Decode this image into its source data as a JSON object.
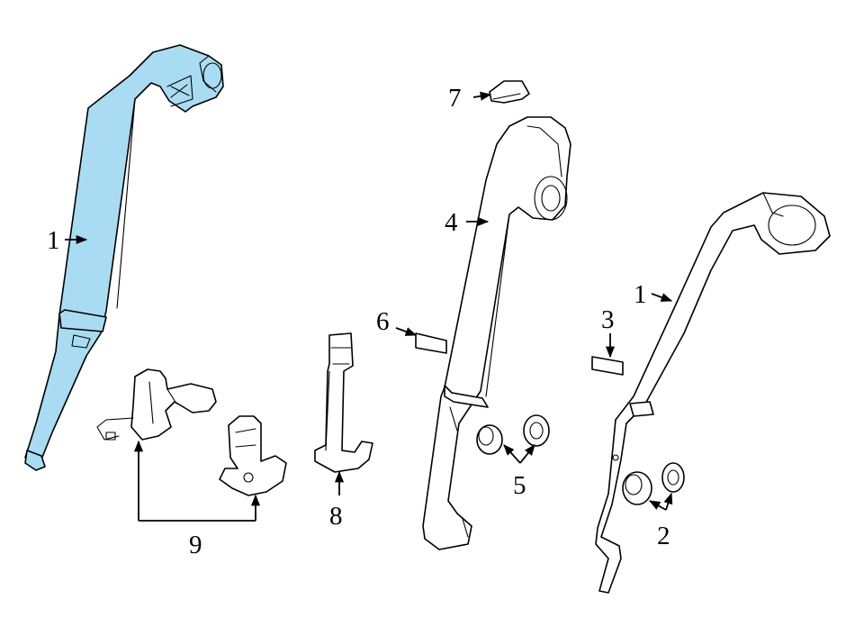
{
  "colors": {
    "highlight": "#a9dcf2",
    "line": "#000000",
    "background": "#ffffff"
  },
  "callouts": {
    "c1_left": "1",
    "c1_right": "1",
    "c2": "2",
    "c3": "3",
    "c4": "4",
    "c5": "5",
    "c6": "6",
    "c7": "7",
    "c8": "8",
    "c9": "9"
  }
}
